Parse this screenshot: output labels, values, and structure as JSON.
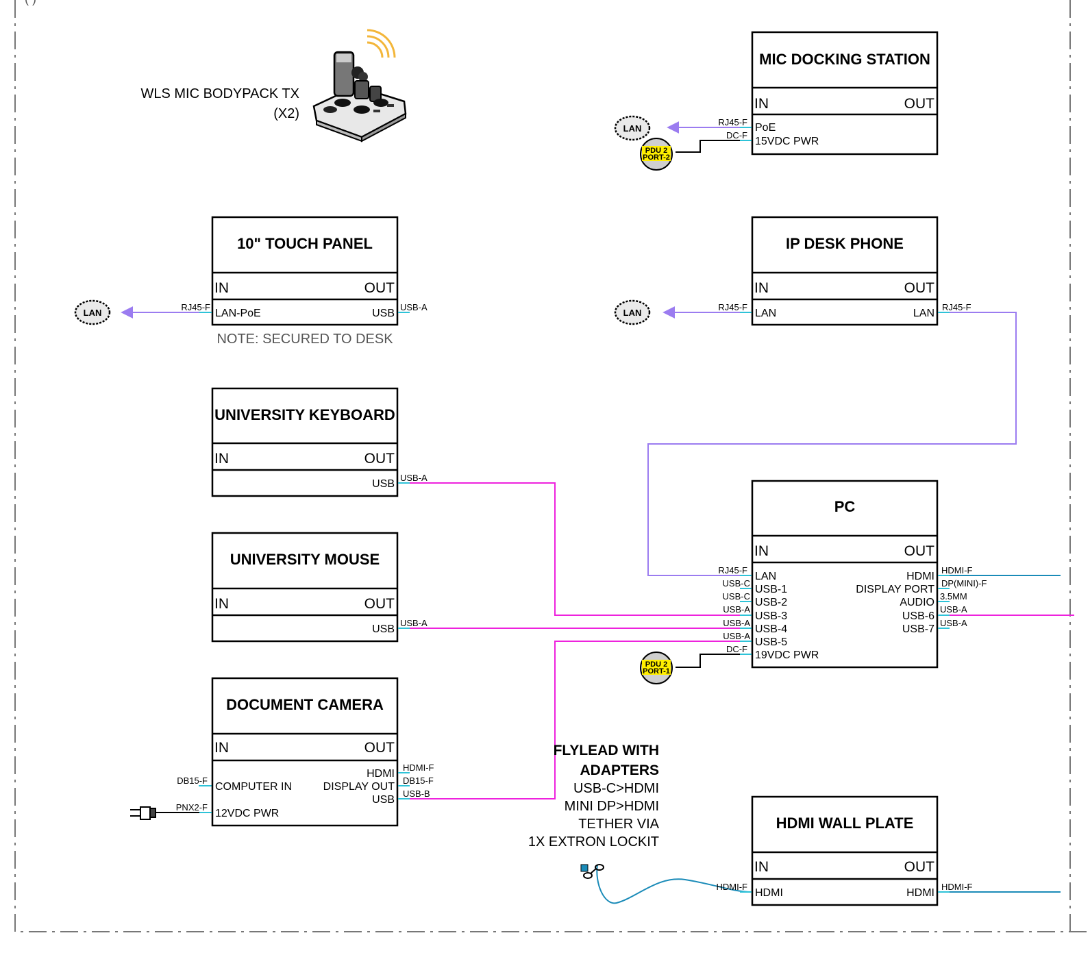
{
  "header_partial": "(            )",
  "colors": {
    "lan": "#9b7cf0",
    "usb": "#ee22dd",
    "hdmi": "#1a8bb8",
    "tick": "#2ec3d8",
    "pdu_fill": "#ffee00",
    "border": "#777777",
    "mic_icon": "#f3b63a"
  },
  "mic_bodypack": {
    "line1": "WLS MIC BODYPACK TX",
    "line2": "(X2)"
  },
  "note_touch": "NOTE: SECURED TO DESK",
  "flylead": {
    "title1": "FLYLEAD WITH",
    "title2": "ADAPTERS",
    "line1": "USB-C>HDMI",
    "line2": "MINI DP>HDMI",
    "line3": "TETHER VIA",
    "line4": "1X EXTRON LOCKIT"
  },
  "lan_tag": "LAN",
  "pdu": {
    "mic": {
      "l1": "PDU 2",
      "l2": "PORT-2"
    },
    "pc": {
      "l1": "PDU 2",
      "l2": "PORT-1"
    }
  },
  "plug_icon": "power-plug-icon",
  "in_label": "IN",
  "out_label": "OUT",
  "devices": {
    "mic_dock": {
      "title": "MIC DOCKING STATION",
      "in_ports": [
        "PoE",
        "15VDC PWR"
      ],
      "in_conns": [
        "RJ45-F",
        "DC-F"
      ]
    },
    "touch": {
      "title": "10\" TOUCH PANEL",
      "in_ports": [
        "LAN-PoE"
      ],
      "in_conns": [
        "RJ45-F"
      ],
      "out_ports": [
        "USB"
      ],
      "out_conns": [
        "USB-A"
      ]
    },
    "phone": {
      "title": "IP DESK PHONE",
      "in_ports": [
        "LAN"
      ],
      "in_conns": [
        "RJ45-F"
      ],
      "out_ports": [
        "LAN"
      ],
      "out_conns": [
        "RJ45-F"
      ]
    },
    "keyboard": {
      "title": "UNIVERSITY KEYBOARD",
      "out_ports": [
        "USB"
      ],
      "out_conns": [
        "USB-A"
      ]
    },
    "mouse": {
      "title": "UNIVERSITY MOUSE",
      "out_ports": [
        "USB"
      ],
      "out_conns": [
        "USB-A"
      ]
    },
    "pc": {
      "title": "PC",
      "in_ports": [
        "LAN",
        "USB-1",
        "USB-2",
        "USB-3",
        "USB-4",
        "USB-5",
        "19VDC PWR"
      ],
      "in_conns": [
        "RJ45-F",
        "USB-C",
        "USB-C",
        "USB-A",
        "USB-A",
        "USB-A",
        "DC-F"
      ],
      "out_ports": [
        "HDMI",
        "DISPLAY PORT",
        "AUDIO",
        "USB-6",
        "USB-7"
      ],
      "out_conns": [
        "HDMI-F",
        "DP(MINI)-F",
        "3.5MM",
        "USB-A",
        "USB-A"
      ]
    },
    "doccam": {
      "title": "DOCUMENT CAMERA",
      "in_ports": [
        "COMPUTER IN",
        "12VDC PWR"
      ],
      "in_conns": [
        "DB15-F",
        "PNX2-F"
      ],
      "out_ports": [
        "HDMI",
        "DISPLAY OUT",
        "USB"
      ],
      "out_conns": [
        "HDMI-F",
        "DB15-F",
        "USB-B"
      ]
    },
    "wallplate": {
      "title": "HDMI WALL PLATE",
      "in_ports": [
        "HDMI"
      ],
      "in_conns": [
        "HDMI-F"
      ],
      "out_ports": [
        "HDMI"
      ],
      "out_conns": [
        "HDMI-F"
      ]
    }
  }
}
